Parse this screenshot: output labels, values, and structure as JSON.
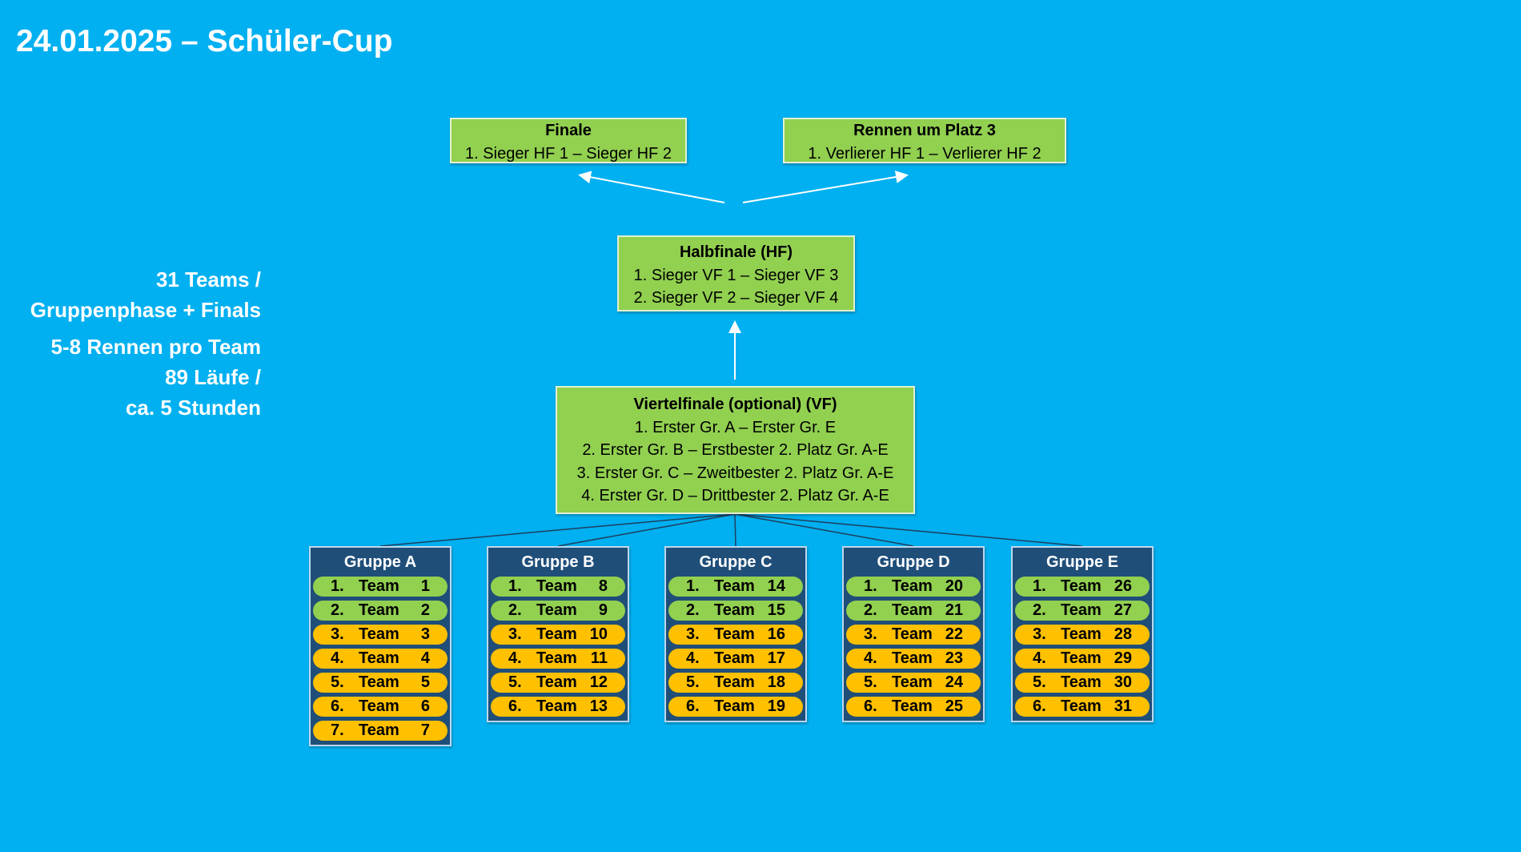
{
  "title": "24.01.2025 – Schüler-Cup",
  "info": {
    "line1": "31 Teams /",
    "line2": "Gruppenphase + Finals",
    "line3": "5-8 Rennen pro Team",
    "line4": "89 Läufe /",
    "line5": "ca. 5 Stunden"
  },
  "finale": {
    "head": "Finale",
    "lines": [
      "1. Sieger HF 1 – Sieger HF 2"
    ]
  },
  "platz3": {
    "head": "Rennen um Platz 3",
    "lines": [
      "1. Verlierer HF 1 – Verlierer HF 2"
    ]
  },
  "halbfinale": {
    "head": "Halbfinale (HF)",
    "lines": [
      "1. Sieger VF 1 – Sieger VF 3",
      "2. Sieger VF 2 – Sieger VF 4"
    ]
  },
  "viertelfinale": {
    "head": "Viertelfinale (optional) (VF)",
    "lines": [
      "1. Erster Gr. A – Erster Gr. E",
      "2. Erster Gr. B – Erstbester 2. Platz Gr. A-E",
      "3. Erster Gr. C – Zweitbester 2. Platz Gr. A-E",
      "4. Erster Gr. D – Drittbester 2. Platz Gr. A-E"
    ]
  },
  "team_word": "Team",
  "colors": {
    "background": "#00B0F0",
    "stage_box": "#92D050",
    "group_box": "#1F4E79",
    "qualified": "#92D050",
    "not_qualified": "#FFC000"
  },
  "groups": [
    {
      "name": "Gruppe A",
      "teams": [
        {
          "rank": "1.",
          "num": "1",
          "status": "green"
        },
        {
          "rank": "2.",
          "num": "2",
          "status": "green"
        },
        {
          "rank": "3.",
          "num": "3",
          "status": "yellow"
        },
        {
          "rank": "4.",
          "num": "4",
          "status": "yellow"
        },
        {
          "rank": "5.",
          "num": "5",
          "status": "yellow"
        },
        {
          "rank": "6.",
          "num": "6",
          "status": "yellow"
        },
        {
          "rank": "7.",
          "num": "7",
          "status": "yellow"
        }
      ]
    },
    {
      "name": "Gruppe B",
      "teams": [
        {
          "rank": "1.",
          "num": "8",
          "status": "green"
        },
        {
          "rank": "2.",
          "num": "9",
          "status": "green"
        },
        {
          "rank": "3.",
          "num": "10",
          "status": "yellow"
        },
        {
          "rank": "4.",
          "num": "11",
          "status": "yellow"
        },
        {
          "rank": "5.",
          "num": "12",
          "status": "yellow"
        },
        {
          "rank": "6.",
          "num": "13",
          "status": "yellow"
        }
      ]
    },
    {
      "name": "Gruppe C",
      "teams": [
        {
          "rank": "1.",
          "num": "14",
          "status": "green"
        },
        {
          "rank": "2.",
          "num": "15",
          "status": "green"
        },
        {
          "rank": "3.",
          "num": "16",
          "status": "yellow"
        },
        {
          "rank": "4.",
          "num": "17",
          "status": "yellow"
        },
        {
          "rank": "5.",
          "num": "18",
          "status": "yellow"
        },
        {
          "rank": "6.",
          "num": "19",
          "status": "yellow"
        }
      ]
    },
    {
      "name": "Gruppe D",
      "teams": [
        {
          "rank": "1.",
          "num": "20",
          "status": "green"
        },
        {
          "rank": "2.",
          "num": "21",
          "status": "green"
        },
        {
          "rank": "3.",
          "num": "22",
          "status": "yellow"
        },
        {
          "rank": "4.",
          "num": "23",
          "status": "yellow"
        },
        {
          "rank": "5.",
          "num": "24",
          "status": "yellow"
        },
        {
          "rank": "6.",
          "num": "25",
          "status": "yellow"
        }
      ]
    },
    {
      "name": "Gruppe E",
      "teams": [
        {
          "rank": "1.",
          "num": "26",
          "status": "green"
        },
        {
          "rank": "2.",
          "num": "27",
          "status": "green"
        },
        {
          "rank": "3.",
          "num": "28",
          "status": "yellow"
        },
        {
          "rank": "4.",
          "num": "29",
          "status": "yellow"
        },
        {
          "rank": "5.",
          "num": "30",
          "status": "yellow"
        },
        {
          "rank": "6.",
          "num": "31",
          "status": "yellow"
        }
      ]
    }
  ]
}
